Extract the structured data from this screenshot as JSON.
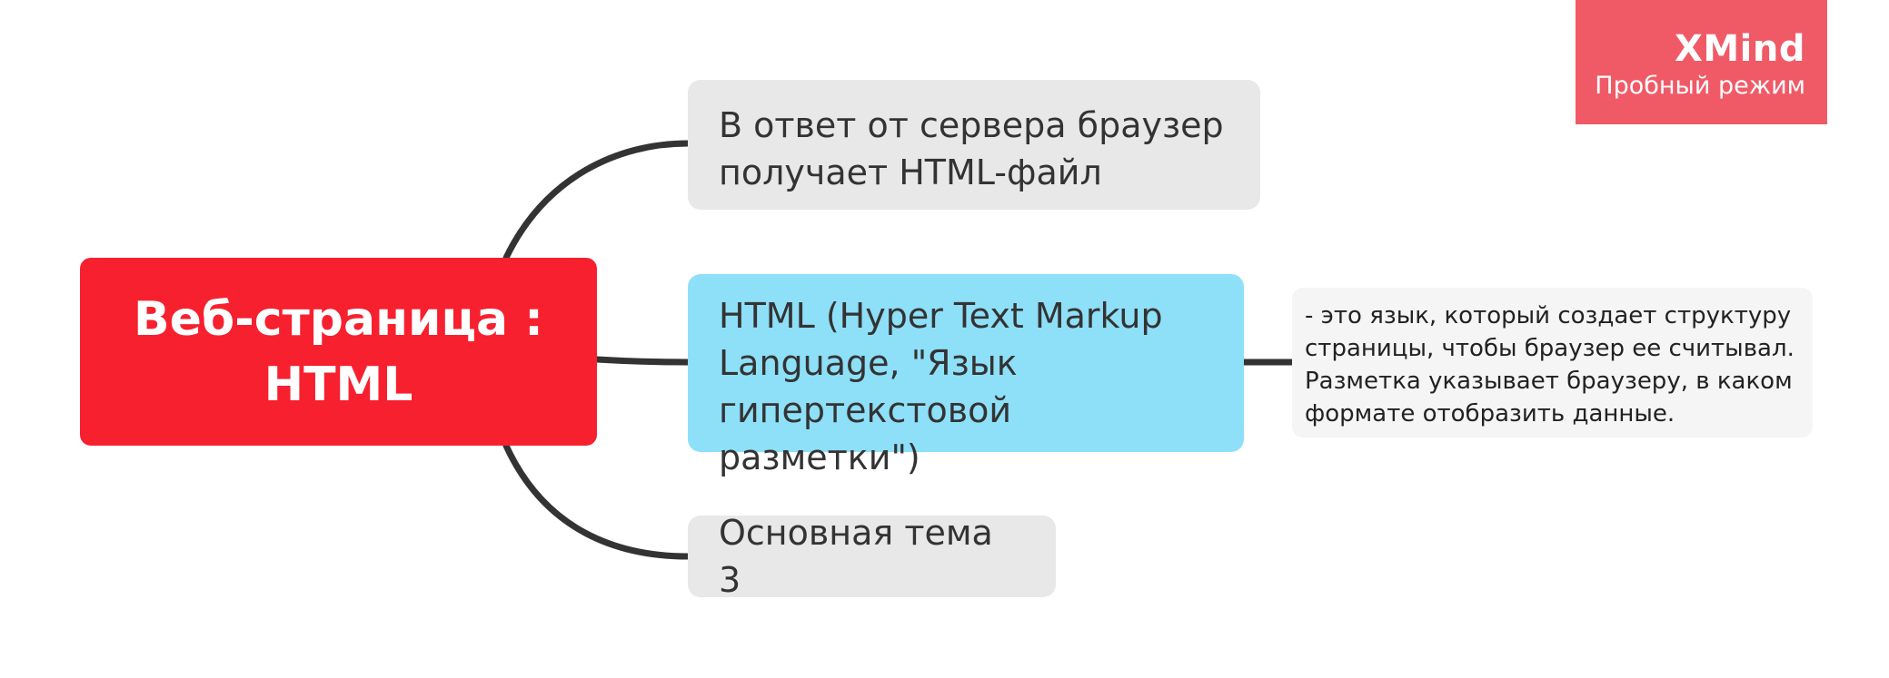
{
  "colors": {
    "central": "#f7202f",
    "topic_gray": "#e8e8e8",
    "topic_highlight": "#8edff8",
    "note_bg": "#f5f5f5",
    "connector": "#333333",
    "watermark_bg": "#f05a67"
  },
  "central": {
    "line1": "Веб-страница :",
    "line2": "HTML"
  },
  "topics": [
    {
      "text": "В ответ от сервера браузер получает HTML-файл"
    },
    {
      "text": "HTML (Hyper Text Markup Language, \"Язык гипертекстовой разметки\")"
    },
    {
      "text": "Основная тема 3"
    }
  ],
  "note": {
    "text": "- это язык, который создает структуру страницы, чтобы браузер ее считывал. Разметка указывает браузеру, в каком формате отобразить данные."
  },
  "watermark": {
    "brand": "XMind",
    "subtitle": "Пробный режим"
  }
}
